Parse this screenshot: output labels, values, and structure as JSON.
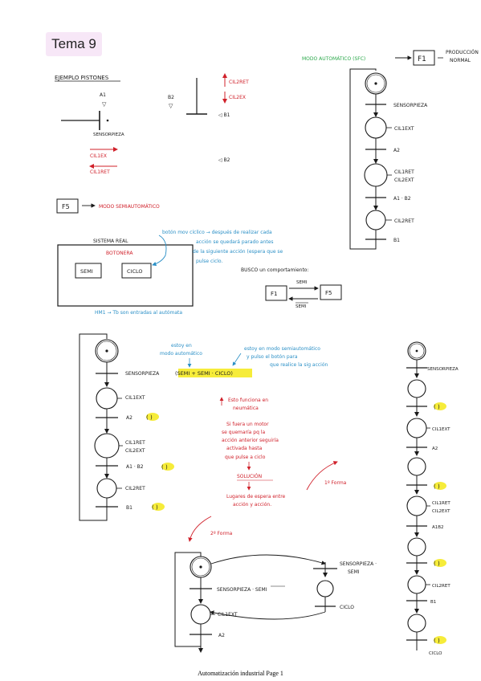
{
  "page": {
    "title": "Tema 9",
    "footer": "Automatización industrial Page 1"
  },
  "notes": {
    "example": "EJEMPLO PISTONES",
    "mode_auto": "MODO AUTOMÁTICO (SFC)",
    "f1": "F1",
    "produccion_1": "PRODUCCIÓN",
    "produccion_2": "NORMAL",
    "a1": "A1",
    "b2": "B2",
    "cil2ret": "CIL2RET",
    "cil2ex": "CIL2EX",
    "b1_label": "◁ B1",
    "b2_label": "◁ B2",
    "sensorpieza": "SENSORPIEZA",
    "cil1ex": "CIL1EX",
    "cil1ret": "CIL1RET",
    "f5": "F5",
    "modo_semi": "MODO SEMIAUTOMÁTICO",
    "sistema_real": "SISTEMA REAL",
    "botonera": "BOTONERA",
    "semi": "SEMI",
    "ciclo": "CICLO",
    "hm1": "HM1 → Tb son entradas al autómata",
    "boton_1": "botón mov cíclico → después de realizar cada",
    "boton_2": "acción se quedará parado antes",
    "boton_3": "de la siguiente acción (espera que se",
    "boton_4": "pulse ciclo.",
    "busco": "BUSCO un comportamiento:",
    "semi_bar": "SEMI",
    "f1b": "F1",
    "f5b": "F5",
    "sfc1_s1": "SENSORPIEZA",
    "sfc1_a1": "CIL1EXT",
    "sfc1_t2": "A2",
    "sfc1_a2a": "CIL1RET",
    "sfc1_a2b": "CIL2EXT",
    "sfc1_t3": "A1 · B2",
    "sfc1_a3": "CIL2RET",
    "sfc1_t4": "B1",
    "estoy_auto_1": "estoy en",
    "estoy_auto_2": "modo automático",
    "estoy_semi_1": "estoy en modo semiautomático",
    "estoy_semi_2": "y pulso el botón para",
    "estoy_semi_3": "que realice la sig acción",
    "formula": "(SEMI + SEMI · CICLO)",
    "red_1": "Esto funciona en",
    "red_2": "neumática",
    "red_3": "Si fuera un motor",
    "red_4": "se quemaría pq la",
    "red_5": "acción anterior seguiría",
    "red_6": "activada hasta",
    "red_7": "que pulse a ciclo",
    "solucion": "SOLUCIÓN",
    "red_8": "Lugares de espera entre",
    "red_9": "acción y acción.",
    "forma1": "1º Forma",
    "forma2": "2º Forma",
    "sfc2_t1": "SENSORPIEZA",
    "sfc2_a1": "CIL1EXT",
    "sfc2_t2": "A2",
    "sfc2_a2a": "CIL1RET",
    "sfc2_a2b": "CIL2EXT",
    "sfc2_t3": "A1B2",
    "sfc2_a3": "CIL2RET",
    "sfc2_t4": "B1",
    "sfc2_t5": "CICLO",
    "sfc3_t1": "SENSORPIEZA · SEMI",
    "sfc3_a1": "CIL1EXT",
    "sfc3_t2": "A2",
    "sfc3_b1": "SENSORPIEZA ·",
    "sfc3_b2": "SEMI",
    "sfc3_ciclo": "CICLO"
  },
  "colors": {
    "ink": "#1a1a1a",
    "red": "#d0202a",
    "green": "#2aa84a",
    "blue": "#2a8fc6",
    "highlight": "#f6ec3a"
  }
}
